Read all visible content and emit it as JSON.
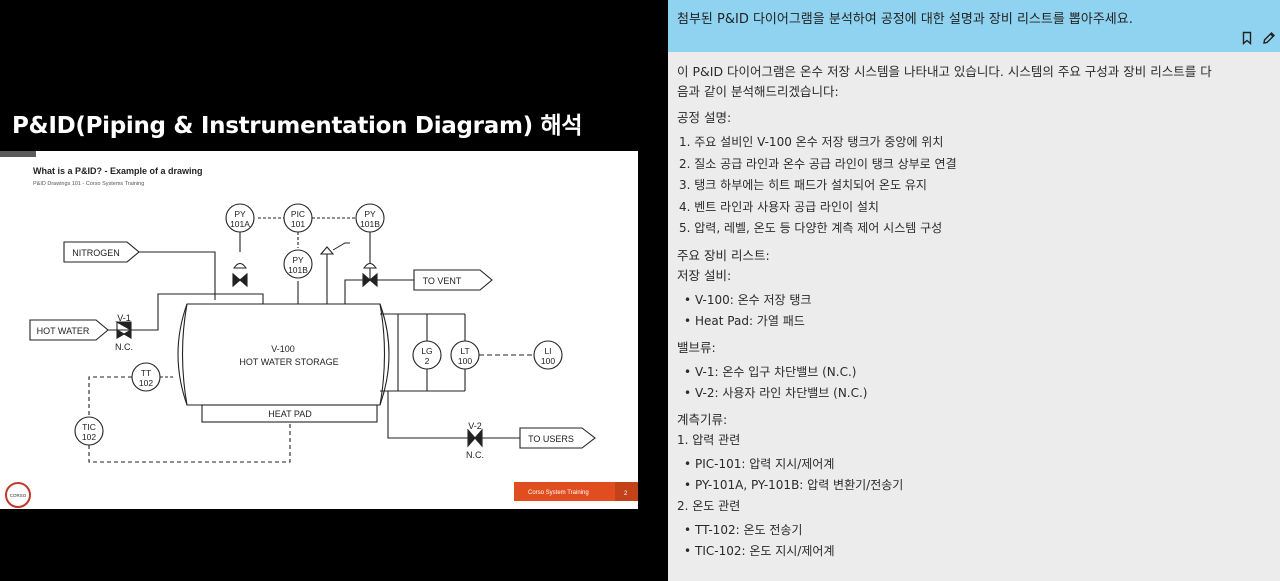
{
  "slide_title": "P&ID(Piping & Instrumentation Diagram) 해석",
  "slide": {
    "heading": "What is a P&ID? - Example of a drawing",
    "subheading": "P&ID Drawings 101 - Corso Systems Training",
    "footer_label": "Corso System Training",
    "page_number": "2",
    "logo_text": "CORSO",
    "diagram": {
      "tank_tag": "V-100",
      "tank_name": "HOT WATER STORAGE",
      "heat_pad": "HEAT PAD",
      "nitrogen": "NITROGEN",
      "hot_water": "HOT WATER",
      "to_vent": "TO VENT",
      "to_users": "TO USERS",
      "v1": "V-1",
      "v1_state": "N.C.",
      "v2": "V-2",
      "v2_state": "N.C.",
      "py101a": [
        "PY",
        "101A"
      ],
      "pic101": [
        "PIC",
        "101"
      ],
      "py101b_top": [
        "PY",
        "101B"
      ],
      "py101b": [
        "PY",
        "101B"
      ],
      "tt102": [
        "TT",
        "102"
      ],
      "tic102": [
        "TIC",
        "102"
      ],
      "lg2": [
        "LG",
        "2"
      ],
      "lt100": [
        "LT",
        "100"
      ],
      "li100": [
        "LI",
        "100"
      ]
    }
  },
  "chat": {
    "prompt": "첨부된 P&ID 다이어그램을 분석하여 공정에 대한 설명과 장비 리스트를 뽑아주세요.",
    "intro_line1": "이 P&ID 다이어그램은 온수 저장 시스템을 나타내고 있습니다. 시스템의 주요 구성과 장비 리스트를 다",
    "intro_line2": "음과 같이 분석해드리겠습니다:",
    "process_heading": "공정 설명:",
    "process_items": [
      "1. 주요 설비인 V-100 온수 저장 탱크가 중앙에 위치",
      "2. 질소 공급 라인과 온수 공급 라인이 탱크 상부로 연결",
      "3. 탱크 하부에는 히트 패드가 설치되어 온도 유지",
      "4. 벤트 라인과 사용자 공급 라인이 설치",
      "5. 압력, 레벨, 온도 등 다양한 계측 제어 시스템 구성"
    ],
    "equipment_heading": "주요 장비 리스트:",
    "storage_heading": "저장 설비:",
    "storage_items": [
      "V-100: 온수 저장 탱크",
      "Heat Pad: 가열 패드"
    ],
    "valves_heading": "밸브류:",
    "valve_items": [
      "V-1: 온수 입구 차단밸브 (N.C.)",
      "V-2: 사용자 라인 차단밸브 (N.C.)"
    ],
    "instruments_heading": "계측기류:",
    "pressure_heading": "1. 압력 관련",
    "pressure_items": [
      "PIC-101: 압력 지시/제어계",
      "PY-101A, PY-101B: 압력 변환기/전송기"
    ],
    "temperature_heading": "2. 온도 관련",
    "temperature_items": [
      "TT-102: 온도 전송기",
      "TIC-102: 온도 지시/제어계"
    ]
  }
}
